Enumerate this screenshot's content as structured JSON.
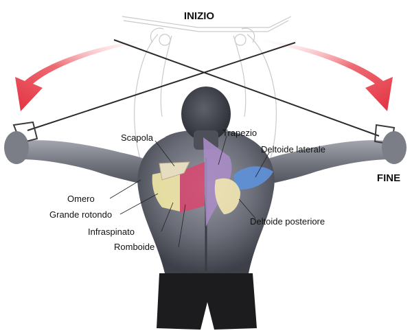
{
  "labels": {
    "start": "INIZIO",
    "end": "FINE",
    "scapola": "Scapola",
    "trapezio": "Trapezio",
    "deltoide_laterale": "Deltoide laterale",
    "omero": "Omero",
    "grande_rotondo": "Grande rotondo",
    "infraspinato": "Infraspinato",
    "romboide": "Romboide",
    "deltoide_posteriore": "Deltoide posteriore"
  },
  "colors": {
    "arrow": "#e8424f",
    "skin": "#4a4d57",
    "skin_light": "#8d9099",
    "shorts": "#1c1c1f",
    "trapezius": "#a98cc4",
    "rhomboid": "#d9476e",
    "infraspinatus": "#ebe3a4",
    "deltoid_lateral": "#5f8fd6",
    "deltoid_posterior": "#ece2b0"
  }
}
